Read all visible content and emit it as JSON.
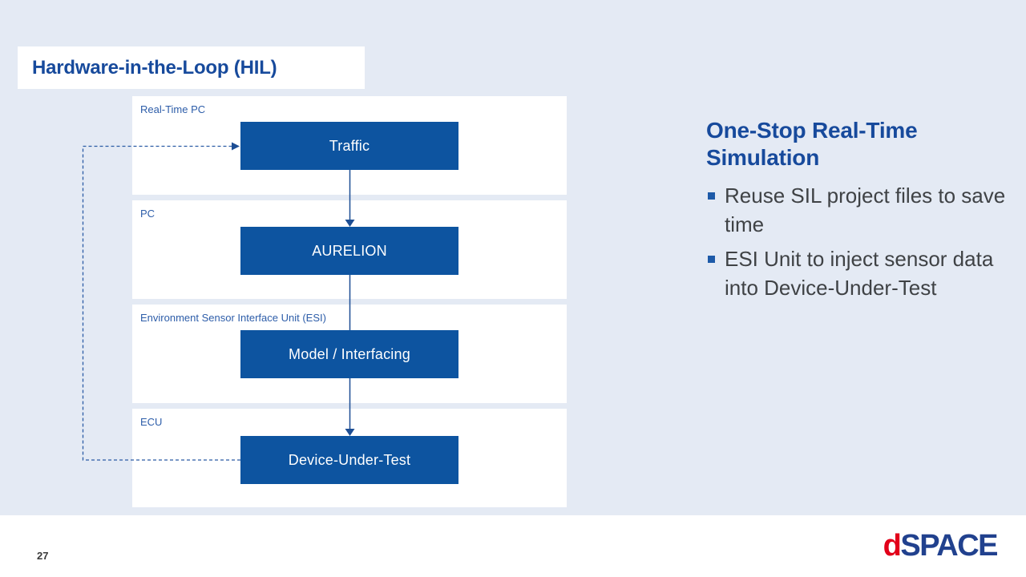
{
  "slide": {
    "title": "Hardware-in-the-Loop (HIL)"
  },
  "diagram": {
    "groups": [
      {
        "label": "Real-Time PC",
        "node": "Traffic"
      },
      {
        "label": "PC",
        "node": "AURELION"
      },
      {
        "label": "Environment Sensor Interface Unit (ESI)",
        "node": "Model / Interfacing"
      },
      {
        "label": "ECU",
        "node": "Device-Under-Test"
      }
    ],
    "connections": [
      {
        "from": "Traffic",
        "to": "AURELION",
        "style": "solid-arrow-down"
      },
      {
        "from": "AURELION",
        "to": "Device-Under-Test",
        "style": "solid-arrow-down"
      },
      {
        "from": "Device-Under-Test",
        "to": "Traffic",
        "style": "dashed-feedback-arrow"
      }
    ]
  },
  "panel": {
    "heading": "One-Stop Real-Time Simulation",
    "bullets": [
      "Reuse SIL project files to save time",
      "ESI Unit to inject sensor data into Device-Under-Test"
    ]
  },
  "footer": {
    "page_number": "27",
    "logo": {
      "d": "d",
      "space": "SPACE"
    }
  },
  "colors": {
    "background": "#e4eaf4",
    "container_white": "#ffffff",
    "node_blue": "#0d54a0",
    "heading_blue": "#174a9c",
    "group_label_blue": "#2d5da9",
    "connector_blue": "#1d4e94",
    "body_text_grey": "#3f4245",
    "logo_red": "#e2001a",
    "logo_blue": "#21418e"
  }
}
